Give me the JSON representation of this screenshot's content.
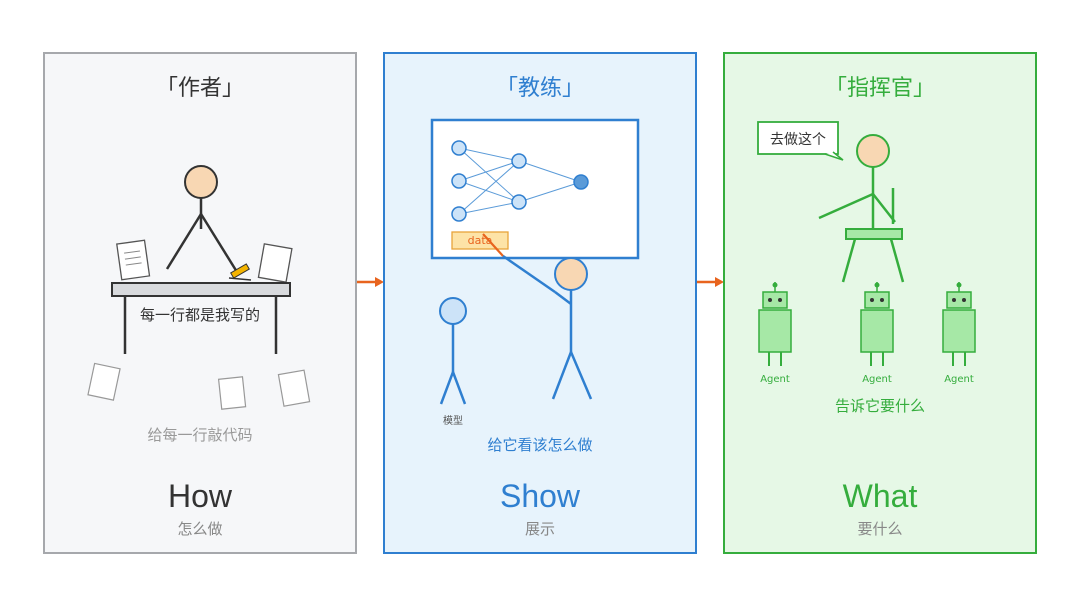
{
  "panels": {
    "author": {
      "title": "「作者」",
      "desk_text": "每一行都是我写的",
      "caption": "给每一行敲代码",
      "big": "How",
      "sub": "怎么做",
      "colors": {
        "border": "#a6a8ac",
        "bg": "#f6f7f9",
        "text": "#333333"
      }
    },
    "coach": {
      "title": "「教练」",
      "board_label": "data",
      "model_label": "模型",
      "caption": "给它看该怎么做",
      "big": "Show",
      "sub": "展示",
      "colors": {
        "border": "#2f7fd0",
        "bg": "#e7f3fc",
        "text": "#2f7fd0"
      }
    },
    "commander": {
      "title": "「指挥官」",
      "speech": "去做这个",
      "agents": [
        "Agent",
        "Agent",
        "Agent"
      ],
      "caption": "告诉它要什么",
      "big": "What",
      "sub": "要什么",
      "colors": {
        "border": "#35ad3d",
        "bg": "#e6f8e6",
        "text": "#35ad3d"
      }
    }
  },
  "arrow_color": "#e8641e",
  "icons": [
    "stick-figure",
    "desk",
    "paper-sheet",
    "pencil",
    "neural-net-board",
    "pointer-stick",
    "speech-bubble",
    "robot"
  ]
}
